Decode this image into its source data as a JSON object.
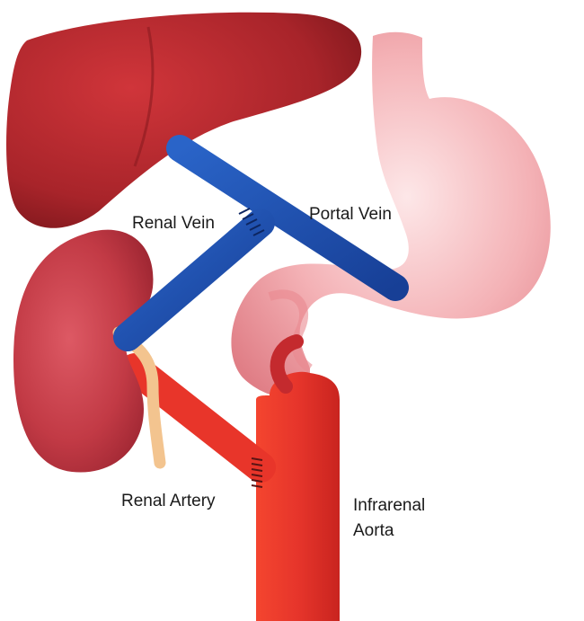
{
  "labels": {
    "renal_vein": "Renal Vein",
    "portal_vein": "Portal Vein",
    "renal_artery": "Renal Artery",
    "infrarenal_line1": "Infrarenal",
    "infrarenal_line2": "Aorta"
  },
  "organs": [
    "liver",
    "stomach",
    "kidney"
  ],
  "vessels": [
    "portal-vein",
    "renal-vein",
    "renal-artery",
    "infrarenal-aorta",
    "ureter"
  ],
  "colors": {
    "liver": "#b3262c",
    "stomach": "#f0a0a6",
    "kidney": "#c23a45",
    "vein": "#1e4fb0",
    "artery": "#e8352a",
    "aorta": "#e6352b",
    "ureter": "#f3c48f"
  }
}
